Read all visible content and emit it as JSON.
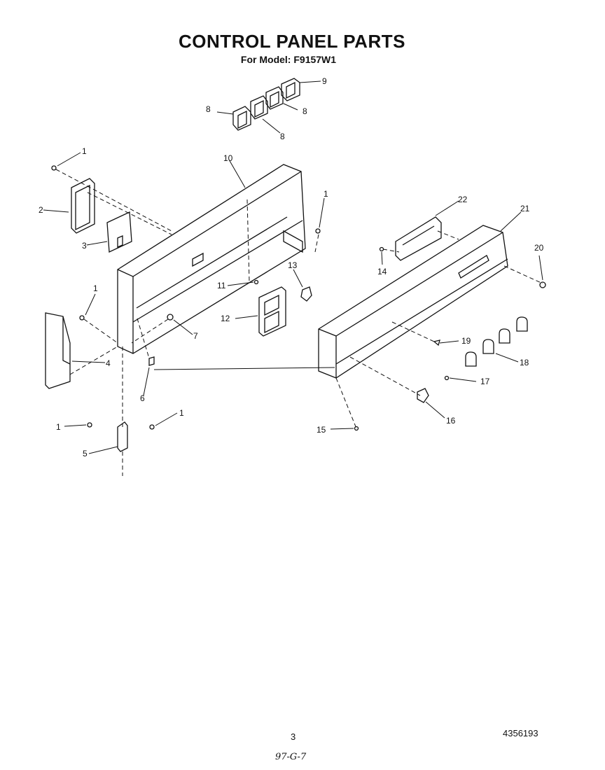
{
  "header": {
    "title": "CONTROL PANEL PARTS",
    "subtitle": "For Model: F9157W1"
  },
  "footer": {
    "page_number": "3",
    "part_number": "4356193",
    "date_code": "97-G-7"
  },
  "callouts": {
    "c1a": "1",
    "c1b": "1",
    "c1c": "1",
    "c1d": "1",
    "c1e": "1",
    "c2": "2",
    "c3": "3",
    "c4": "4",
    "c5": "5",
    "c6": "6",
    "c7": "7",
    "c8a": "8",
    "c8b": "8",
    "c8c": "8",
    "c9": "9",
    "c10": "10",
    "c11": "11",
    "c12": "12",
    "c13": "13",
    "c14": "14",
    "c15": "15",
    "c16": "16",
    "c17": "17",
    "c18": "18",
    "c19": "19",
    "c20": "20",
    "c21": "21",
    "c22": "22"
  }
}
